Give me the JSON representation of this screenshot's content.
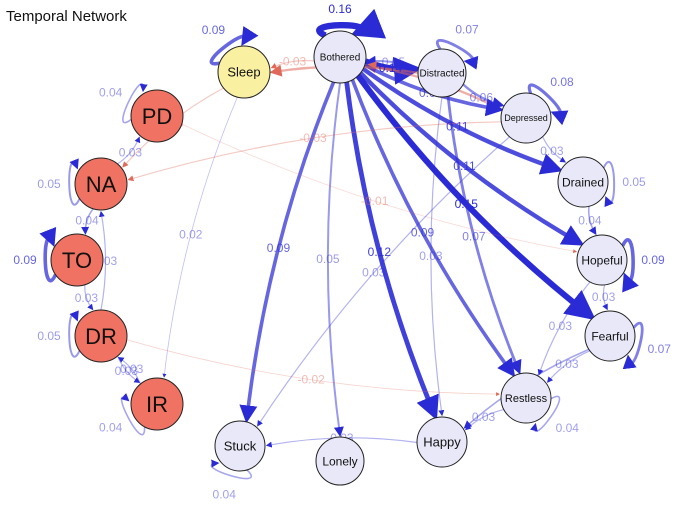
{
  "title": "Temporal Network",
  "nodes": {
    "bothered": {
      "label": "Bothered"
    },
    "distracted": {
      "label": "Distracted"
    },
    "depressed": {
      "label": "Depressed"
    },
    "drained": {
      "label": "Drained"
    },
    "hopeful": {
      "label": "Hopeful"
    },
    "fearful": {
      "label": "Fearful"
    },
    "restless": {
      "label": "Restless"
    },
    "happy": {
      "label": "Happy"
    },
    "lonely": {
      "label": "Lonely"
    },
    "stuck": {
      "label": "Stuck"
    },
    "sleep": {
      "label": "Sleep"
    },
    "pd": {
      "label": "PD"
    },
    "na": {
      "label": "NA"
    },
    "to": {
      "label": "TO"
    },
    "dr": {
      "label": "DR"
    },
    "ir": {
      "label": "IR"
    }
  },
  "colors": {
    "positive": "#2b2bd6",
    "negative": "#e06a5a",
    "fill_symptom": "#e8e8f8",
    "fill_sleep": "#faf0a2",
    "fill_trait": "#f07262"
  },
  "edges": [
    {
      "from": "bothered",
      "to": "bothered",
      "weight": 0.16,
      "label": "0.16"
    },
    {
      "from": "distracted",
      "to": "distracted",
      "weight": 0.07,
      "label": "0.07"
    },
    {
      "from": "depressed",
      "to": "depressed",
      "weight": 0.08,
      "label": "0.08"
    },
    {
      "from": "drained",
      "to": "drained",
      "weight": 0.05,
      "label": "0.05"
    },
    {
      "from": "hopeful",
      "to": "hopeful",
      "weight": 0.09,
      "label": "0.09"
    },
    {
      "from": "fearful",
      "to": "fearful",
      "weight": 0.07,
      "label": "0.07"
    },
    {
      "from": "restless",
      "to": "restless",
      "weight": 0.04,
      "label": "0.04"
    },
    {
      "from": "stuck",
      "to": "stuck",
      "weight": 0.04,
      "label": "0.04"
    },
    {
      "from": "sleep",
      "to": "sleep",
      "weight": 0.09,
      "label": "0.09"
    },
    {
      "from": "pd",
      "to": "pd",
      "weight": 0.04,
      "label": "0.04"
    },
    {
      "from": "na",
      "to": "na",
      "weight": 0.05,
      "label": "0.05"
    },
    {
      "from": "to",
      "to": "to",
      "weight": 0.09,
      "label": "0.09"
    },
    {
      "from": "dr",
      "to": "dr",
      "weight": 0.05,
      "label": "0.05"
    },
    {
      "from": "ir",
      "to": "ir",
      "weight": 0.04,
      "label": "0.04"
    },
    {
      "from": "bothered",
      "to": "distracted",
      "weight": 0.14,
      "label": "0.14"
    },
    {
      "from": "distracted",
      "to": "bothered",
      "weight": 0.05,
      "label": "0.05"
    },
    {
      "from": "depressed",
      "to": "bothered",
      "weight": -0.06,
      "label": "-0.06"
    },
    {
      "from": "distracted",
      "to": "depressed",
      "weight": 0.06,
      "label": "0.06"
    },
    {
      "from": "bothered",
      "to": "depressed",
      "weight": 0.09,
      "label": "0.09"
    },
    {
      "from": "bothered",
      "to": "drained",
      "weight": 0.11,
      "label": "0.11"
    },
    {
      "from": "bothered",
      "to": "hopeful",
      "weight": 0.11,
      "label": "0.11"
    },
    {
      "from": "bothered",
      "to": "fearful",
      "weight": 0.15,
      "label": "0.15"
    },
    {
      "from": "bothered",
      "to": "restless",
      "weight": 0.09,
      "label": "0.09"
    },
    {
      "from": "bothered",
      "to": "happy",
      "weight": 0.12,
      "label": "0.12"
    },
    {
      "from": "bothered",
      "to": "lonely",
      "weight": 0.05,
      "label": "0.05"
    },
    {
      "from": "bothered",
      "to": "stuck",
      "weight": 0.09,
      "label": "0.09"
    },
    {
      "from": "distracted",
      "to": "restless",
      "weight": 0.07,
      "label": "0.07"
    },
    {
      "from": "distracted",
      "to": "happy",
      "weight": 0.03,
      "label": "0.03"
    },
    {
      "from": "depressed",
      "to": "drained",
      "weight": 0.03,
      "label": "0.03"
    },
    {
      "from": "drained",
      "to": "hopeful",
      "weight": 0.04,
      "label": "0.04"
    },
    {
      "from": "hopeful",
      "to": "fearful",
      "weight": 0.03,
      "label": "0.03"
    },
    {
      "from": "fearful",
      "to": "restless",
      "weight": 0.03,
      "label": "0.03"
    },
    {
      "from": "fearful",
      "to": "happy",
      "weight": 0.04,
      "label": "0.04"
    },
    {
      "from": "restless",
      "to": "happy",
      "weight": 0.03,
      "label": "0.03"
    },
    {
      "from": "happy",
      "to": "stuck",
      "weight": 0.03,
      "label": "0.03"
    },
    {
      "from": "sleep",
      "to": "na",
      "weight": -0.03,
      "label": "-0.03"
    },
    {
      "from": "bothered",
      "to": "sleep",
      "weight": -0.03,
      "label": "-0.03"
    },
    {
      "from": "distracted",
      "to": "sleep",
      "weight": -0.06,
      "label": "-0.06"
    },
    {
      "from": "depressed",
      "to": "na",
      "weight": -0.03,
      "label": "-0.03"
    },
    {
      "from": "sleep",
      "to": "ir",
      "weight": 0.02,
      "label": "0.02"
    },
    {
      "from": "dr",
      "to": "restless",
      "weight": -0.02,
      "label": "-0.02"
    },
    {
      "from": "pd",
      "to": "hopeful",
      "weight": -0.01,
      "label": "-0.01"
    },
    {
      "from": "na",
      "to": "to",
      "weight": 0.04,
      "label": "0.04"
    },
    {
      "from": "to",
      "to": "dr",
      "weight": 0.03,
      "label": "0.03"
    },
    {
      "from": "dr",
      "to": "na",
      "weight": 0.03,
      "label": "0.03"
    },
    {
      "from": "dr",
      "to": "ir",
      "weight": 0.03,
      "label": "0.03"
    },
    {
      "from": "ir",
      "to": "dr",
      "weight": 0.03,
      "label": "0.03"
    },
    {
      "from": "na",
      "to": "pd",
      "weight": 0.03,
      "label": "0.03"
    },
    {
      "from": "depressed",
      "to": "stuck",
      "weight": 0.03,
      "label": "0.03"
    },
    {
      "from": "hopeful",
      "to": "restless",
      "weight": 0.03,
      "label": "0.03"
    }
  ]
}
